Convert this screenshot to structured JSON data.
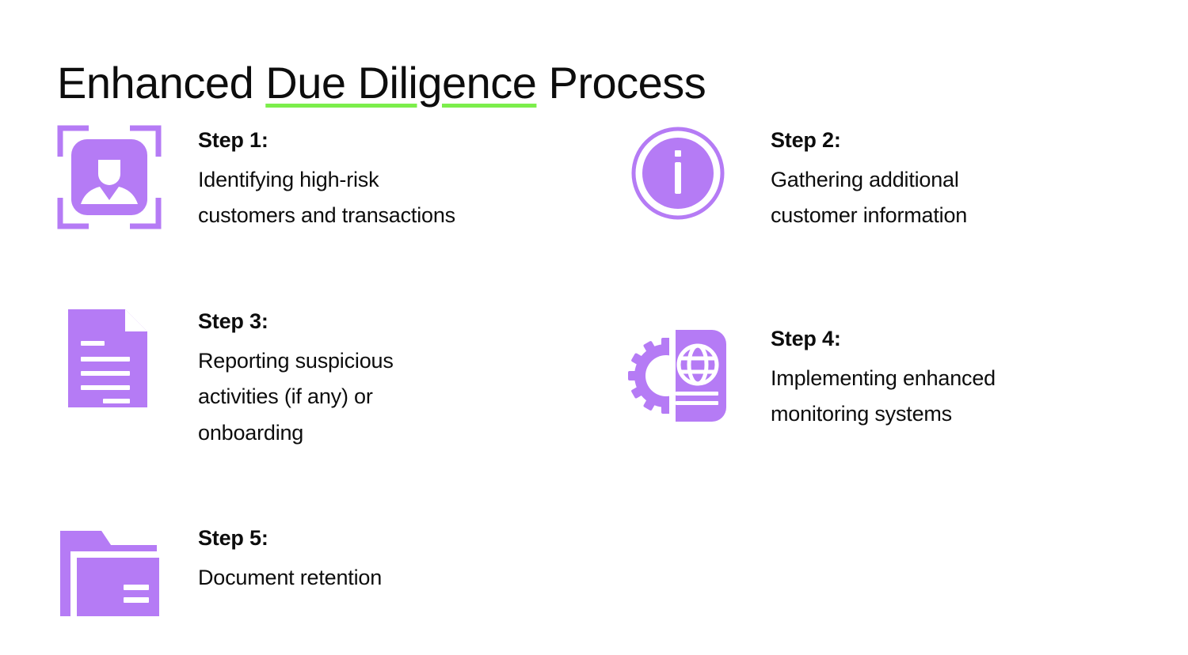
{
  "slide": {
    "title_prefix": "Enhanced ",
    "title_highlight": "Due Diligence",
    "title_suffix": " Process",
    "title_full": "Enhanced Due Diligence Process"
  },
  "colors": {
    "purple": "#B57BF5",
    "green_underline": "#7CEE4B",
    "text": "#0d0d0d",
    "background": "#ffffff"
  },
  "steps": [
    {
      "label": "Step 1:",
      "description": "Identifying high-risk\ncustomers and transactions",
      "icon": "identify-person-scan-icon"
    },
    {
      "label": "Step 2:",
      "description": "Gathering additional\ncustomer information",
      "icon": "information-circle-icon"
    },
    {
      "label": "Step 3:",
      "description": "Reporting suspicious\nactivities (if any) or\nonboarding",
      "icon": "document-lines-icon"
    },
    {
      "label": "Step 4:",
      "description": "Implementing enhanced\nmonitoring systems",
      "icon": "gear-globe-monitoring-icon"
    },
    {
      "label": "Step 5:",
      "description": "Document retention",
      "icon": "folder-icon"
    }
  ]
}
